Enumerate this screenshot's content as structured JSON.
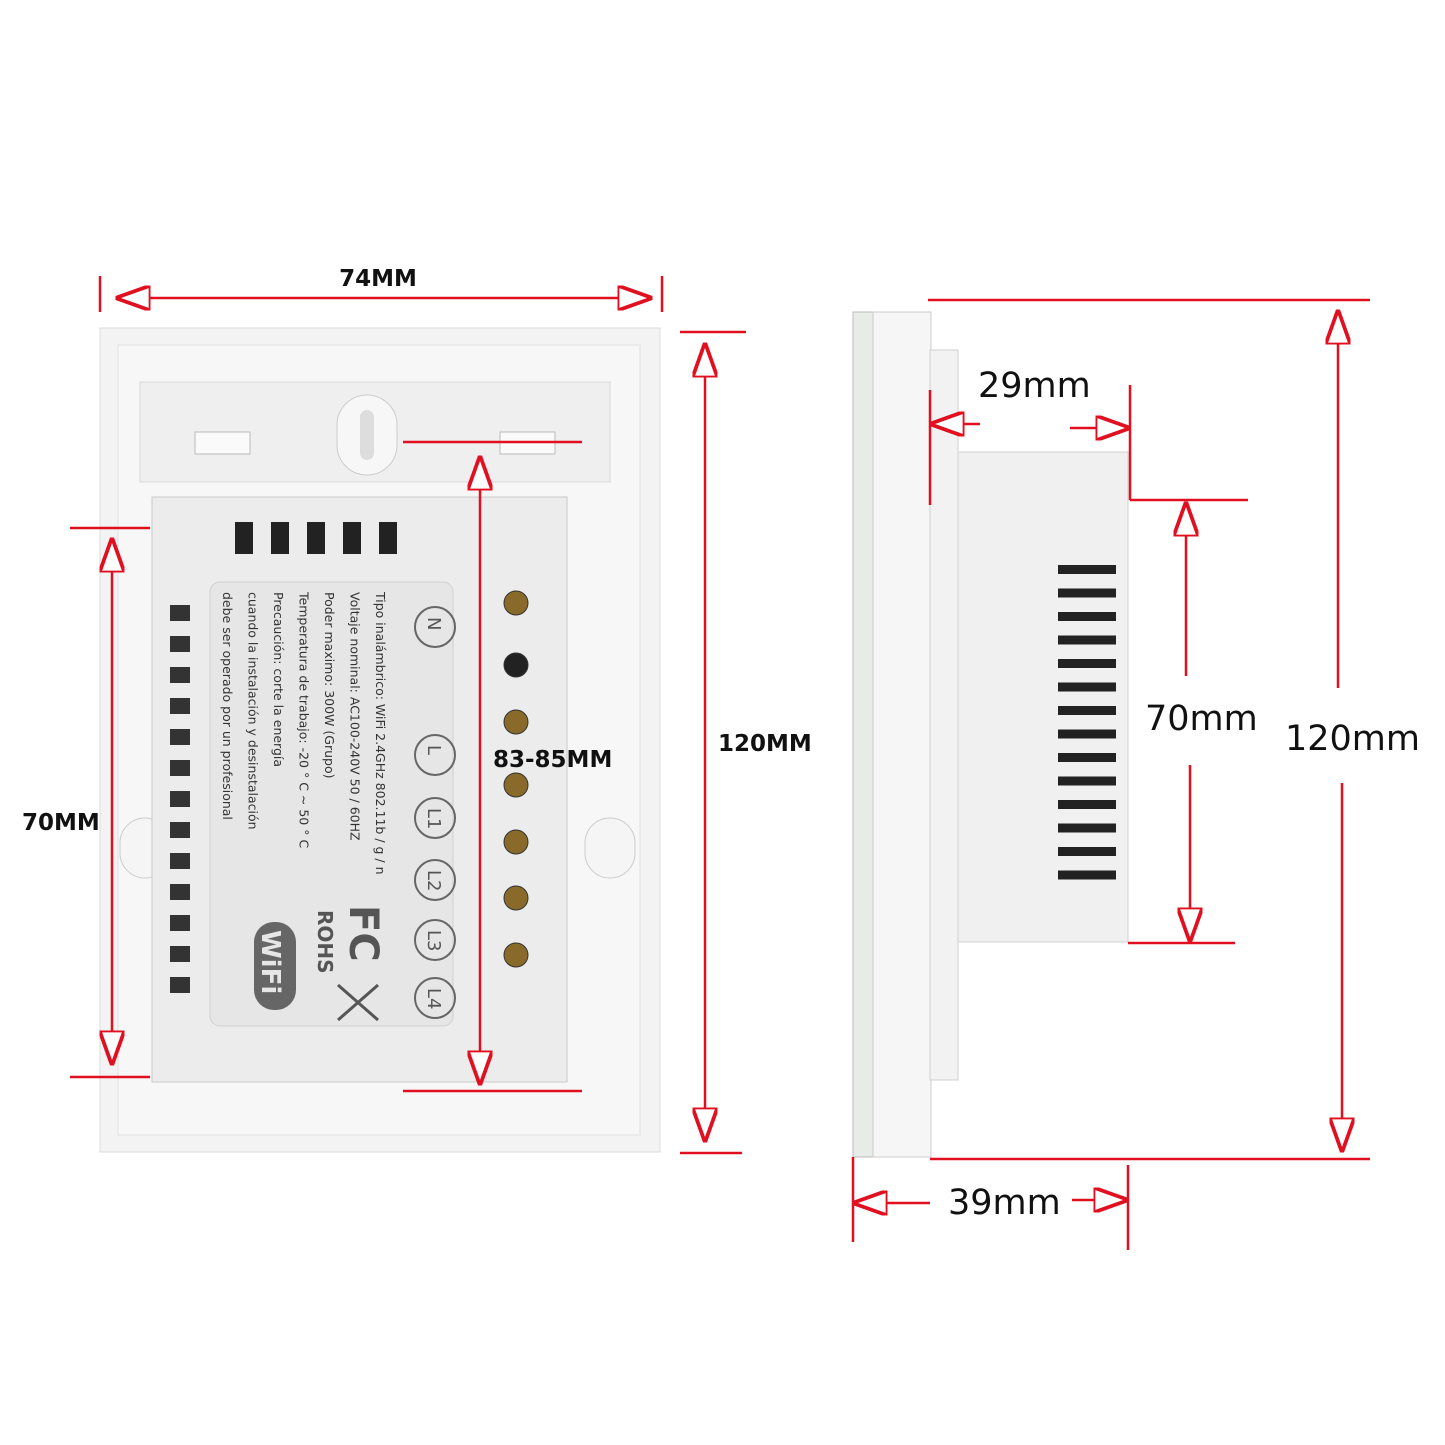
{
  "back_view": {
    "width_label": "74MM",
    "height_label": "120MM",
    "inner_height_label": "70MM",
    "screw_spacing_label": "83-85MM",
    "terminals": [
      "N",
      "L",
      "L1",
      "L2",
      "L3",
      "L4"
    ],
    "spec_lines": [
      "Tipo inalámbrico: WiFi 2.4GHz 802.11b / g / n",
      "Voltaje nominal: AC100-240V 50 / 60HZ",
      "Poder maximo: 300W (Grupo)",
      "Temperatura de trabajo: -20 ° C ~ 50 ° C",
      "Precaución: corte la energía",
      "cuando la instalación y desinstalación",
      "debe ser operado por un profesional"
    ],
    "cert_marks": [
      "FC",
      "ROHS",
      "WiFi"
    ]
  },
  "side_view": {
    "depth_label": "29mm",
    "total_depth_label": "39mm",
    "inner_height_label": "70mm",
    "height_label": "120mm"
  },
  "colors": {
    "dimension_line": "#e01020",
    "plate": "#f4f4f4",
    "module": "#ececec"
  }
}
